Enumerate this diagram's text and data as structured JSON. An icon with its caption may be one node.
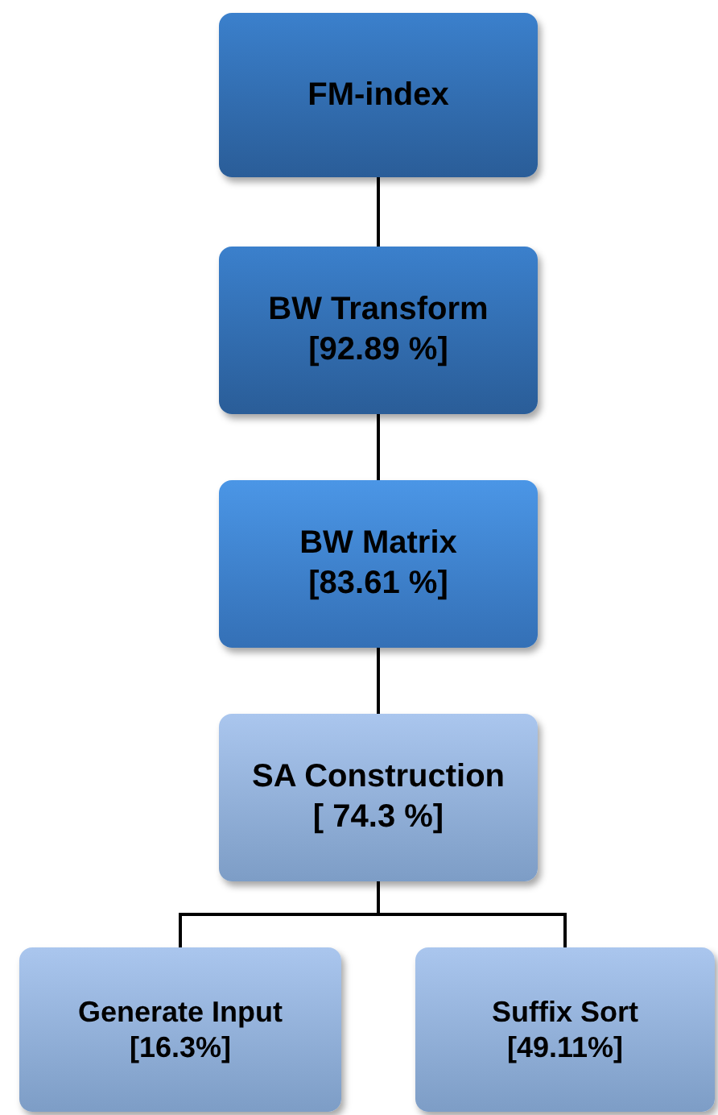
{
  "diagram": {
    "nodes": [
      {
        "text": [
          "FM-index"
        ]
      },
      {
        "text": [
          "BW Transform",
          "[92.89 %]"
        ]
      },
      {
        "text": [
          "BW Matrix",
          "[83.61 %]"
        ]
      },
      {
        "text": [
          "SA Construction",
          "[ 74.3 %]"
        ]
      },
      {
        "text": [
          "Generate Input",
          "[16.3%]"
        ]
      },
      {
        "text": [
          "Suffix Sort",
          "[49.11%]"
        ]
      }
    ],
    "edges": [
      {
        "from": 0,
        "to": 1,
        "arrow": "none"
      },
      {
        "from": 1,
        "to": 2,
        "arrow": "none"
      },
      {
        "from": 2,
        "to": 3,
        "arrow": "none"
      },
      {
        "from": 3,
        "to": 4,
        "arrow": "none"
      },
      {
        "from": 3,
        "to": 5,
        "arrow": "none"
      }
    ]
  }
}
